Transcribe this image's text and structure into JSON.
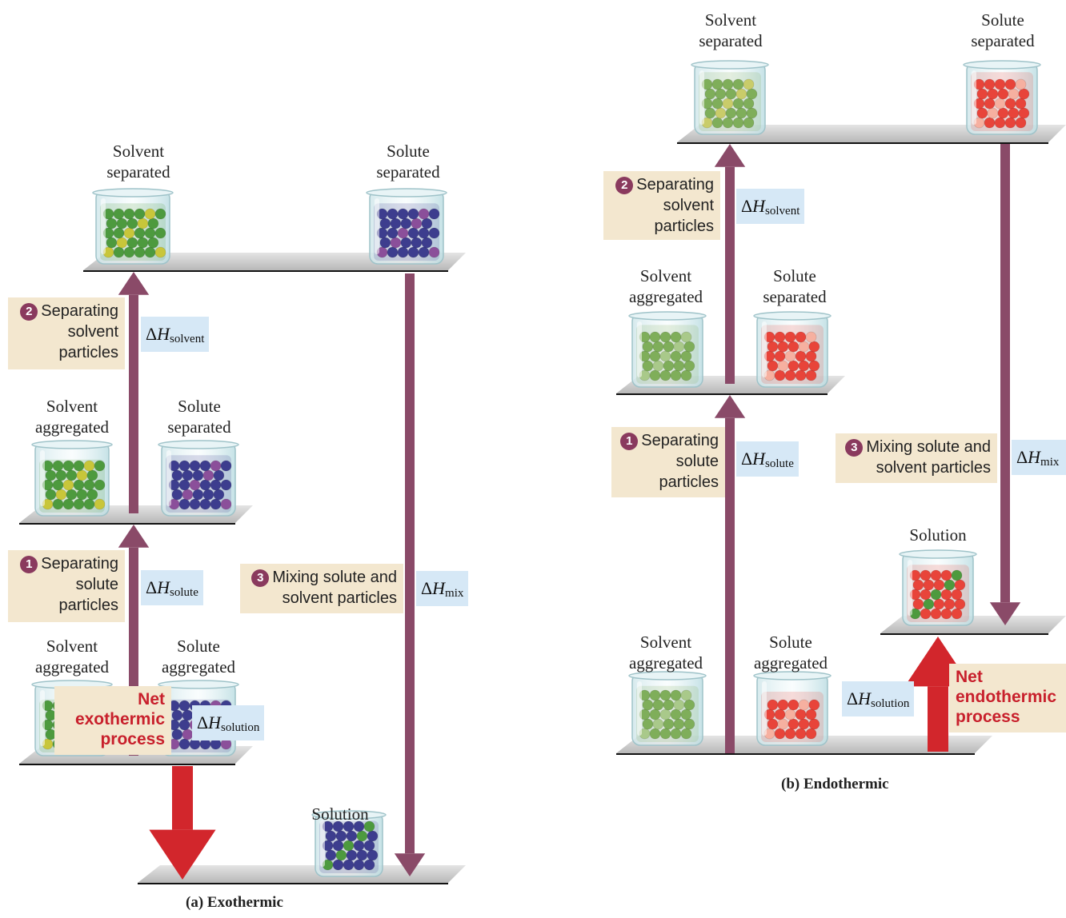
{
  "panel_a": {
    "caption": "(a) Exothermic",
    "top_left_label": [
      "Solvent",
      "separated"
    ],
    "top_right_label": [
      "Solute",
      "separated"
    ],
    "mid_left_label": [
      "Solvent",
      "aggregated"
    ],
    "mid_right_label": [
      "Solute",
      "separated"
    ],
    "bot_left_label": [
      "Solvent",
      "aggregated"
    ],
    "bot_right_label": [
      "Solute",
      "aggregated"
    ],
    "solution_label": "Solution",
    "step1": {
      "num": "1",
      "text": [
        "Separating",
        "solute",
        "particles"
      ]
    },
    "step2": {
      "num": "2",
      "text": [
        "Separating",
        "solvent",
        "particles"
      ]
    },
    "step3": {
      "num": "3",
      "text": [
        "Mixing solute and",
        "solvent particles"
      ]
    },
    "dh_solute": {
      "delta": "Δ",
      "h": "H",
      "sub": "solute"
    },
    "dh_solvent": {
      "delta": "Δ",
      "h": "H",
      "sub": "solvent"
    },
    "dh_mix": {
      "delta": "Δ",
      "h": "H",
      "sub": "mix"
    },
    "dh_solution": {
      "delta": "Δ",
      "h": "H",
      "sub": "solution"
    },
    "net": [
      "Net",
      "exothermic",
      "process"
    ]
  },
  "panel_b": {
    "caption": "(b) Endothermic",
    "top_left_label": [
      "Solvent",
      "separated"
    ],
    "top_right_label": [
      "Solute",
      "separated"
    ],
    "mid_left_label": [
      "Solvent",
      "aggregated"
    ],
    "mid_right_label": [
      "Solute",
      "separated"
    ],
    "bot_left_label": [
      "Solvent",
      "aggregated"
    ],
    "bot_right_label": [
      "Solute",
      "aggregated"
    ],
    "solution_label": "Solution",
    "step1": {
      "num": "1",
      "text": [
        "Separating",
        "solute",
        "particles"
      ]
    },
    "step2": {
      "num": "2",
      "text": [
        "Separating",
        "solvent",
        "particles"
      ]
    },
    "step3": {
      "num": "3",
      "text": [
        "Mixing solute and",
        "solvent particles"
      ]
    },
    "dh_solute": {
      "delta": "Δ",
      "h": "H",
      "sub": "solute"
    },
    "dh_solvent": {
      "delta": "Δ",
      "h": "H",
      "sub": "solvent"
    },
    "dh_mix": {
      "delta": "Δ",
      "h": "H",
      "sub": "mix"
    },
    "dh_solution": {
      "delta": "Δ",
      "h": "H",
      "sub": "solution"
    },
    "net": [
      "Net",
      "endothermic",
      "process"
    ]
  },
  "colors": {
    "arrow": "#8a4a68",
    "net_arrow": "#d2262c",
    "step_box": "#f3e7cf",
    "dh_box": "#d6e8f6",
    "shelf": "#c9c9c9",
    "solvent_particle": "#4d9a3e",
    "solvent_particle_alt": "#c8c63a",
    "solute_particle_a": "#3d3d8e",
    "solute_particle_a_alt": "#8b4f9a",
    "solute_particle_b": "#e8443a",
    "solute_particle_b_alt": "#f6b0a0"
  }
}
